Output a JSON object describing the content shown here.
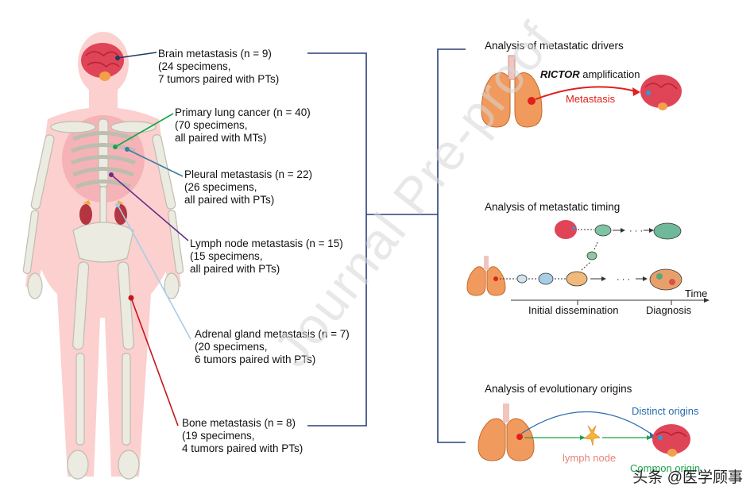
{
  "labels": {
    "brain": [
      "Brain metastasis (n = 9)",
      "(24 specimens,",
      "7 tumors paired with PTs)"
    ],
    "lung": [
      "Primary lung cancer (n = 40)",
      "(70 specimens,",
      "all paired with MTs)"
    ],
    "pleural": [
      "Pleural metastasis (n = 22)",
      "(26 specimens,",
      "all paired with PTs)"
    ],
    "lymph": [
      "Lymph node metastasis (n = 15)",
      "(15 specimens,",
      "all paired with PTs)"
    ],
    "adrenal": [
      "Adrenal gland metastasis (n = 7)",
      "(20 specimens,",
      "6 tumors paired with PTs)"
    ],
    "bone": [
      "Bone metastasis (n = 8)",
      "(19 specimens,",
      "4 tumors paired with PTs)"
    ]
  },
  "panels": {
    "drivers": {
      "title": "Analysis of metastatic drivers",
      "gene": "RICTOR",
      "gene_suffix": " amplification",
      "arrow_label": "Metastasis"
    },
    "timing": {
      "title": "Analysis of metastatic timing",
      "time_label": "Time",
      "dissemination_label": "Initial dissemination",
      "diagnosis_label": "Diagnosis",
      "ellipsis": "· · ·"
    },
    "origins": {
      "title": "Analysis of evolutionary origins",
      "distinct_label": "Distinct origins",
      "lymph_label": "lymph node",
      "common_label": "Common origin"
    }
  },
  "watermark": "Journal Pre-proof",
  "footer": "头条 @医学顾事",
  "colors": {
    "brain_line": "#1f3a66",
    "lung_line": "#1aa34a",
    "pleural_line": "#3a7fa3",
    "lymph_line": "#6b2d8a",
    "adrenal_line": "#a8cde6",
    "bone_line": "#c4161c",
    "bracket": "#2b3f7a",
    "metastasis_red": "#e0201b",
    "distinct_blue": "#2b6cb0",
    "common_green": "#1aa34a",
    "lymph_pink": "#e8837d"
  }
}
